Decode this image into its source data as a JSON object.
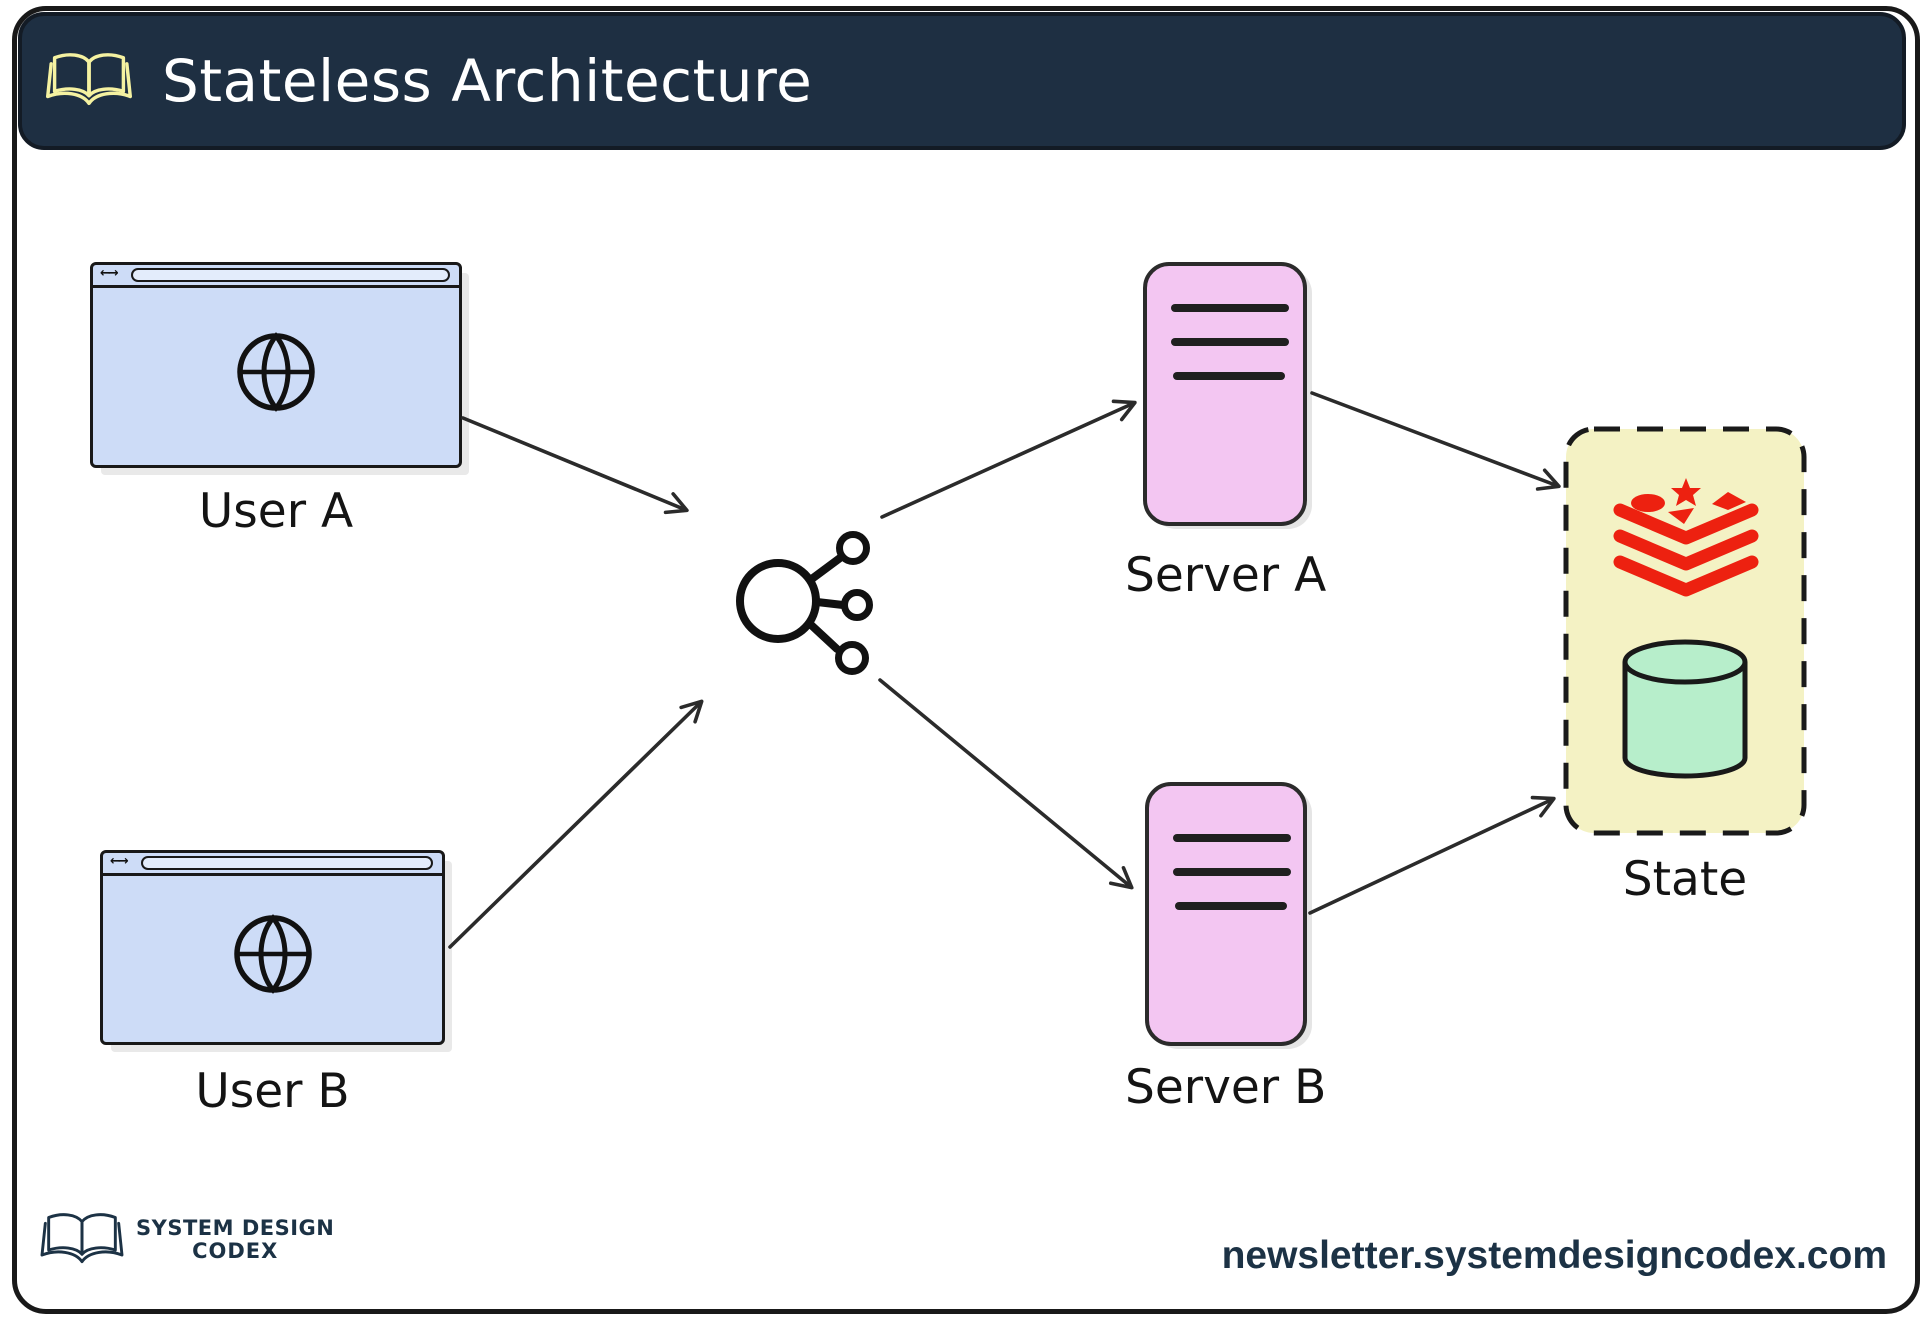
{
  "header": {
    "title": "Stateless Architecture",
    "icon": "open-book-icon"
  },
  "icons": {
    "nav_arrows_glyph": "←→"
  },
  "diagram": {
    "nodes": [
      {
        "id": "user_a",
        "label": "User A",
        "type": "browser-window",
        "fill": "#CDDCF7"
      },
      {
        "id": "user_b",
        "label": "User B",
        "type": "browser-window",
        "fill": "#CDDCF7"
      },
      {
        "id": "load_balancer",
        "label": "",
        "type": "load-balancer",
        "icon": "load-balancer-icon"
      },
      {
        "id": "server_a",
        "label": "Server A",
        "type": "server",
        "fill": "#F3C6F2"
      },
      {
        "id": "server_b",
        "label": "Server B",
        "type": "server",
        "fill": "#F3C6F2"
      },
      {
        "id": "state",
        "label": "State",
        "type": "state-store",
        "fill": "#F4F2C4",
        "icons": [
          "redis-icon",
          "database-cylinder-icon"
        ]
      }
    ],
    "edges": [
      {
        "from": "user_a",
        "to": "load_balancer"
      },
      {
        "from": "user_b",
        "to": "load_balancer"
      },
      {
        "from": "load_balancer",
        "to": "server_a"
      },
      {
        "from": "load_balancer",
        "to": "server_b"
      },
      {
        "from": "server_a",
        "to": "state"
      },
      {
        "from": "server_b",
        "to": "state"
      }
    ]
  },
  "footer": {
    "brand_line1": "SYSTEM DESIGN",
    "brand_line2": "CODEX",
    "brand_icon": "open-book-icon",
    "url": "newsletter.systemdesigncodex.com"
  },
  "colors": {
    "header_bg": "#1E2F42",
    "book_icon_yellow": "#F5F2A1",
    "browser_blue": "#CDDCF7",
    "server_pink": "#F3C6F2",
    "state_yellow": "#F4F2C4",
    "redis_red": "#ED2110",
    "database_green": "#B7EECB",
    "outline_black": "#191919",
    "brand_navy": "#1C3245"
  }
}
